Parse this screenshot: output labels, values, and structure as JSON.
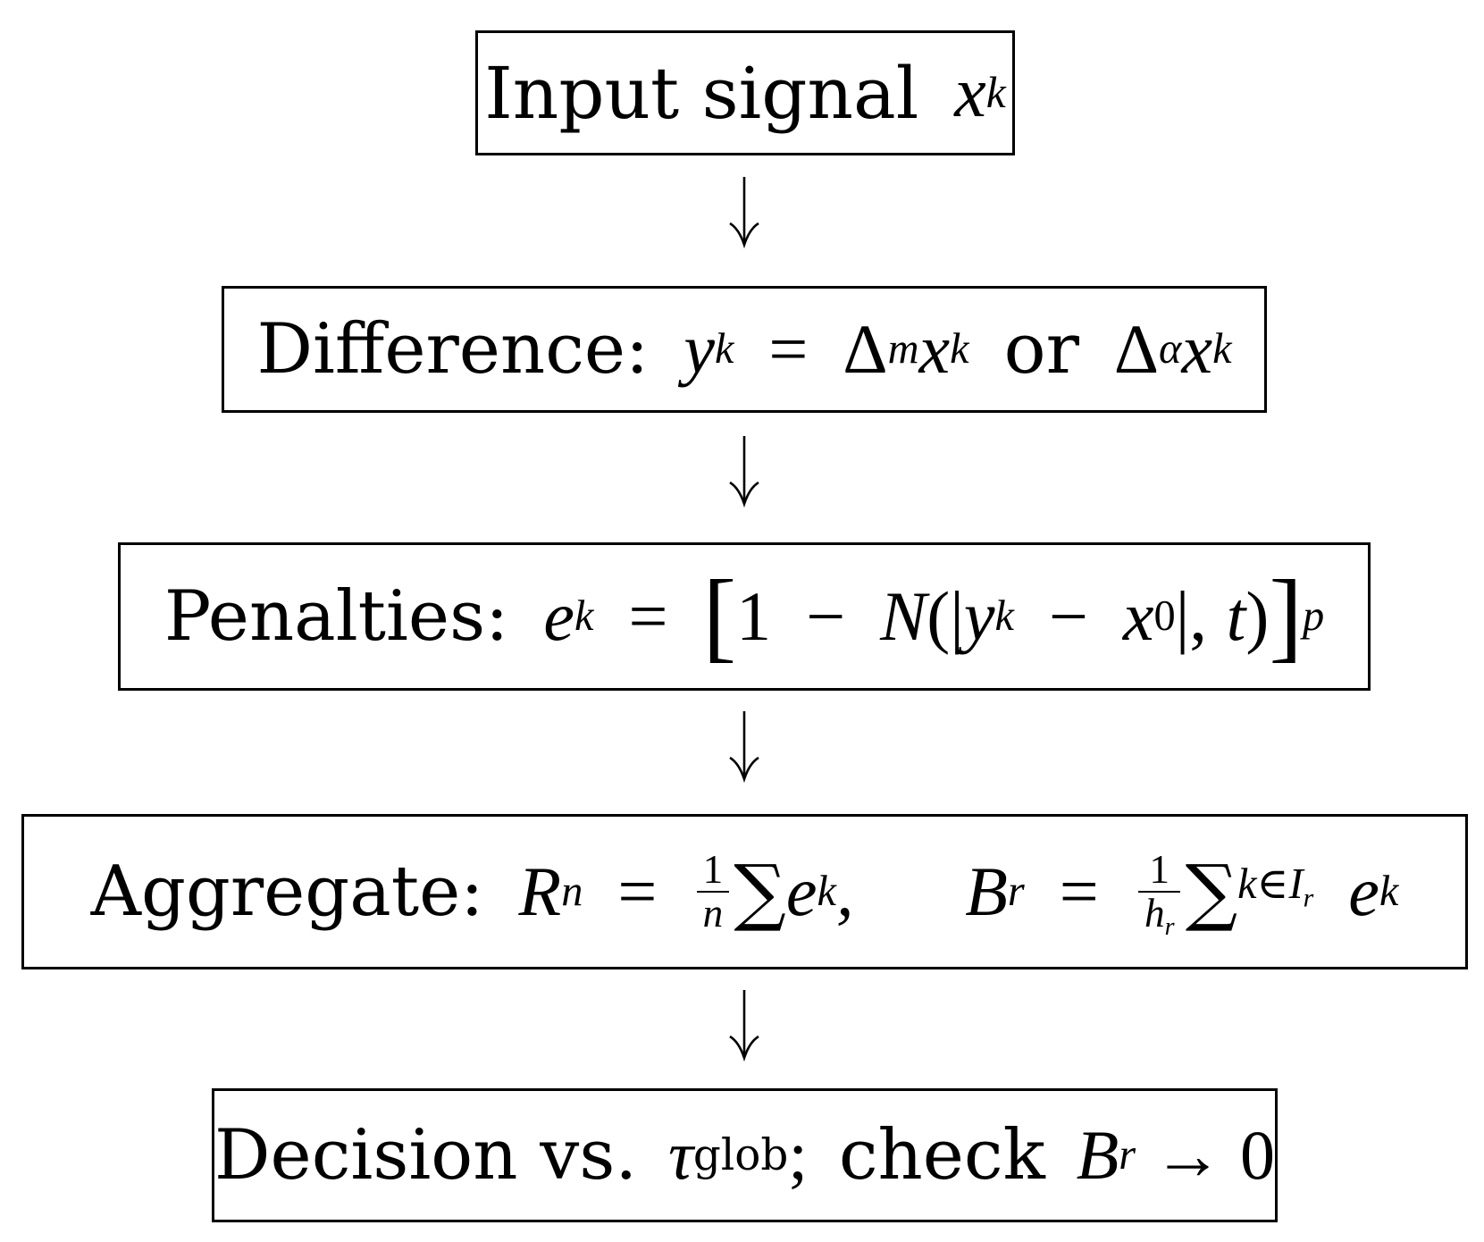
{
  "steps": {
    "input": {
      "label": "Input signal",
      "var": "x",
      "sub": "k"
    },
    "difference": {
      "label": "Difference:",
      "lhs": "y",
      "lhs_sub": "k",
      "eq": "=",
      "delta": "Δ",
      "sup_m": "m",
      "x": "x",
      "x_sub": "k",
      "or": "or",
      "sup_alpha": "α"
    },
    "penalties": {
      "label": "Penalties:",
      "e": "e",
      "e_sub": "k",
      "eq": "=",
      "lbracket": "[",
      "one": "1",
      "minus": "−",
      "N": "N",
      "lparen": "(",
      "bar": "|",
      "y": "y",
      "y_sub": "k",
      "x": "x",
      "x_sub": "0",
      "comma": ",",
      "t": "t",
      "rparen": ")",
      "rbracket": "]",
      "p": "p"
    },
    "aggregate": {
      "label": "Aggregate:",
      "R": "R",
      "R_sub": "n",
      "eq": "=",
      "frac1_num": "1",
      "frac1_den": "n",
      "sum": "∑",
      "e": "e",
      "e_sub": "k",
      "comma": ",",
      "B": "B",
      "B_sub": "r",
      "frac2_num": "1",
      "frac2_den": "h",
      "frac2_den_sub": "r",
      "sum_sub_k": "k",
      "in": "∈",
      "I": "I",
      "I_sub": "r"
    },
    "decision": {
      "label": "Decision vs.",
      "tau": "τ",
      "tau_sub": "glob",
      "semi": ";",
      "check": "check",
      "B": "B",
      "B_sub": "r",
      "arrow": "→",
      "zero": "0"
    }
  },
  "arrow_glyph": "↓"
}
